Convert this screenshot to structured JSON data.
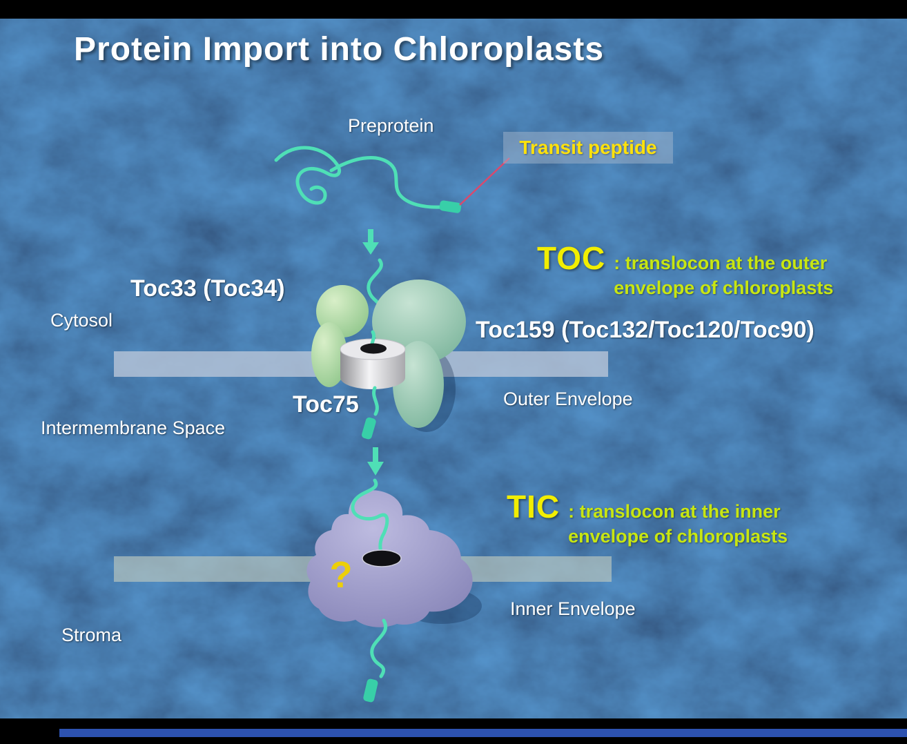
{
  "slide": {
    "title": "Protein Import into Chloroplasts"
  },
  "labels": {
    "preprotein": "Preprotein",
    "transit_peptide": "Transit peptide",
    "toc33": "Toc33 (Toc34)",
    "cytosol": "Cytosol",
    "toc159": "Toc159 (Toc132/Toc120/Toc90)",
    "toc75": "Toc75",
    "outer_envelope": "Outer Envelope",
    "intermembrane_space": "Intermembrane Space",
    "inner_envelope": "Inner Envelope",
    "stroma": "Stroma",
    "unknown_channel": "?"
  },
  "toc": {
    "abbr": "TOC",
    "desc_line1": ": translocon at the outer",
    "desc_line2": "envelope of chloroplasts"
  },
  "tic": {
    "abbr": "TIC",
    "desc_line1": ": translocon at the inner",
    "desc_line2": "envelope of chloroplasts"
  },
  "colors": {
    "background_blue": "#16377e",
    "title_white": "#ffffff",
    "accent_yellow": "#f2ee00",
    "accent_yellow_green": "#c8e612",
    "transit_peptide_yellow": "#ffe20c",
    "strand_teal": "#4fdfb6",
    "segment_teal": "#38cfa8",
    "membrane_outer": "#b9c6d8",
    "membrane_inner": "#bfcabf",
    "toc33_green": "#9ed194",
    "toc159_teal": "#8bc0a8",
    "toc75_gray": "#d8d8dc",
    "tic_purple": "#8f8dbd",
    "pointer_red": "#d84a6e",
    "bottom_stripe_blue": "#2d52b0"
  }
}
